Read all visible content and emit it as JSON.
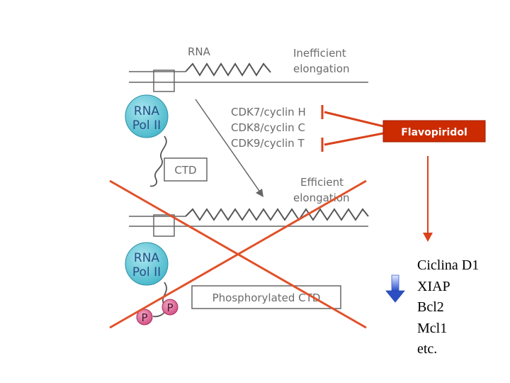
{
  "labels": {
    "rna": "RNA",
    "inefficient_line1": "Inefficient",
    "inefficient_line2": "elongation",
    "cdk7": "CDK7/cyclin H",
    "cdk8": "CDK8/cyclin C",
    "cdk9": "CDK9/cyclin T",
    "efficient_line1": "Efficient",
    "efficient_line2": "elongation",
    "ctd": "CTD",
    "phosphorylated_ctd": "Phosphorylated CTD",
    "pol_line1": "RNA",
    "pol_line2": "Pol II",
    "phosphate": "P"
  },
  "drug": "Flavopiridol",
  "targets": [
    "Ciclina D1",
    "XIAP",
    "Bcl2",
    "Mcl1",
    "etc."
  ],
  "colors": {
    "drug_box": "#cc2a00",
    "inhibition_line": "#d8431c",
    "cross": "#e0522a",
    "pol_fill": "#5cc4d6",
    "phosphate_fill": "#d85a8c",
    "down_arrow": "#3a5fd0"
  }
}
